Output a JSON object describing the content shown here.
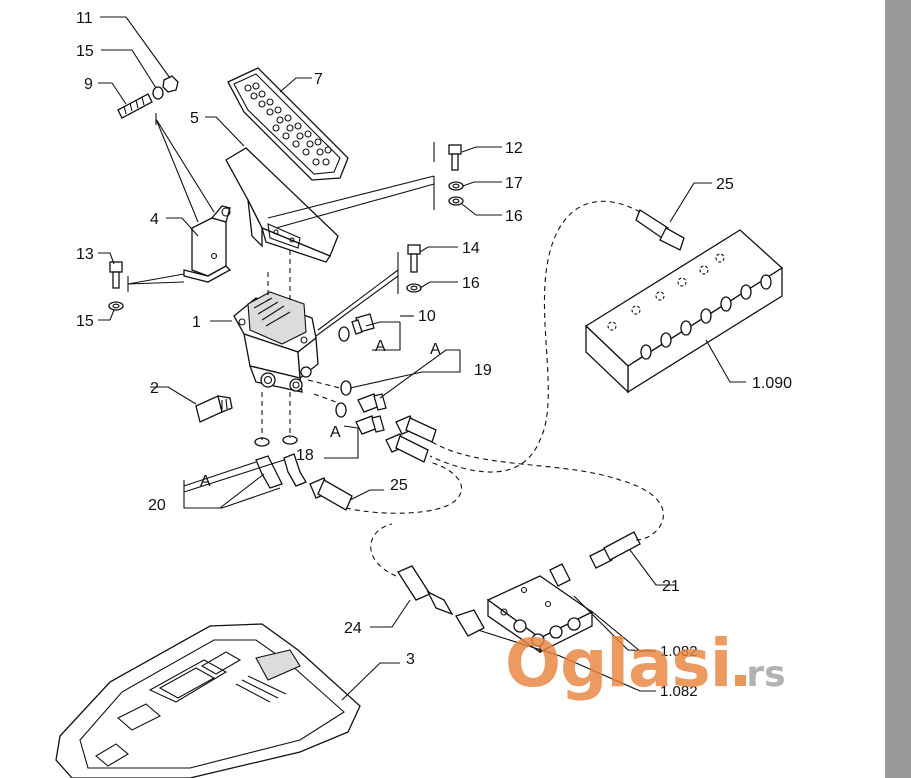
{
  "diagram": {
    "callouts": {
      "c11": "11",
      "c15a": "15",
      "c9": "9",
      "c7": "7",
      "c5": "5",
      "c12": "12",
      "c17": "17",
      "c16a": "16",
      "c25a": "25",
      "c4": "4",
      "c13": "13",
      "c14": "14",
      "c16b": "16",
      "c15b": "15",
      "c1": "1",
      "c10": "10",
      "cA1": "A",
      "cA2": "A",
      "c19": "19",
      "c2": "2",
      "cA3": "A",
      "c18": "18",
      "cA4": "A",
      "c20": "20",
      "c25b": "25",
      "c1090": "1.090",
      "c21": "21",
      "c24": "24",
      "c3": "3",
      "c1082a": "1.082",
      "c1082b": "1.082"
    }
  },
  "watermark": {
    "brand": "Oglasi",
    "tld": "rs"
  },
  "colors": {
    "watermark_orange": "#e8843c",
    "scrollbar": "#9a9a9a"
  }
}
